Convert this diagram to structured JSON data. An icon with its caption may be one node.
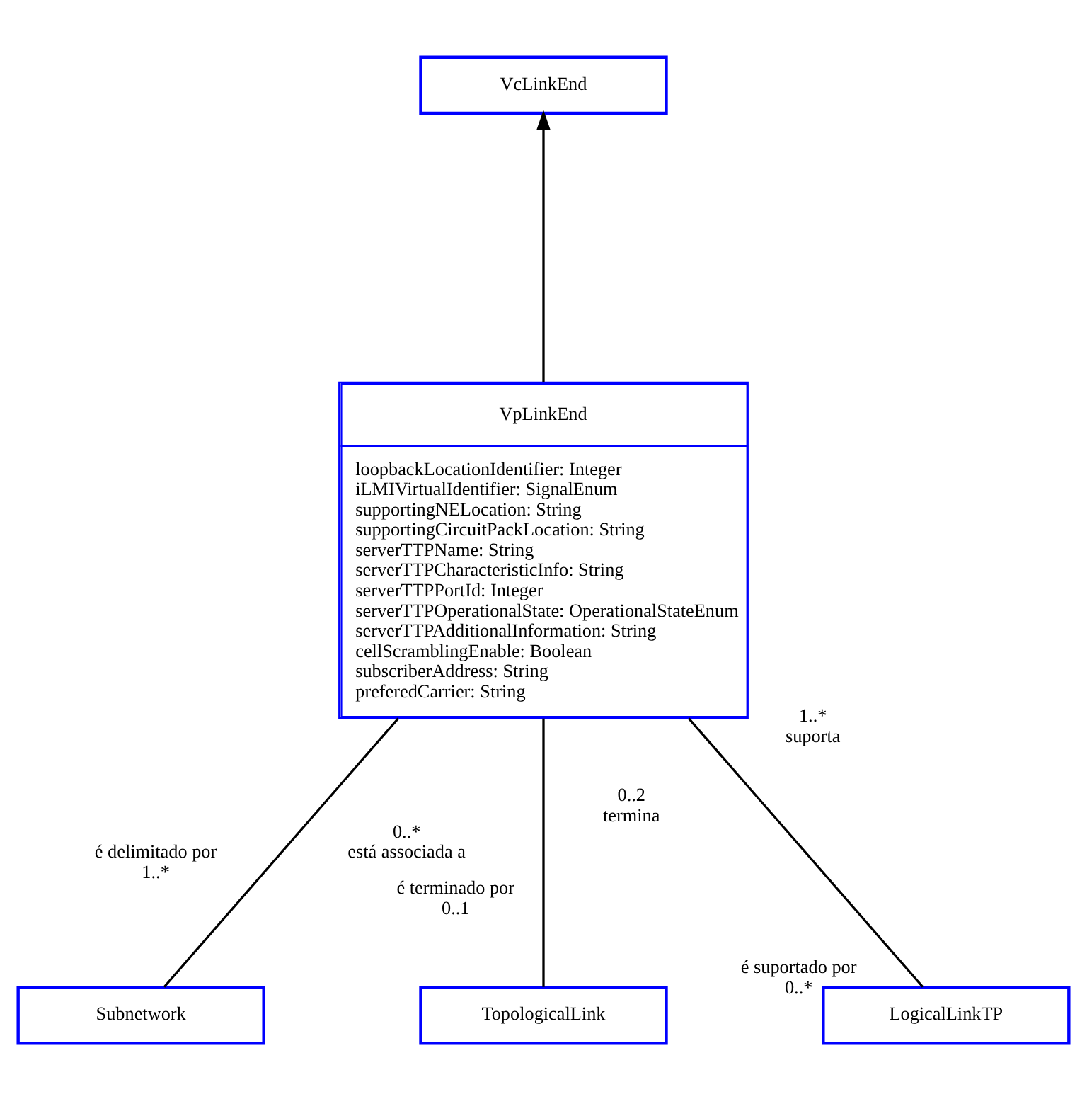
{
  "diagram": {
    "nodes": [
      {
        "text": [
          "VcLinkEnd"
        ]
      },
      {
        "text": [
          "VpLinkEnd",
          "loopbackLocationIdentifier: Integer",
          "iLMIVirtualIdentifier: SignalEnum",
          "supportingNELocation: String",
          "supportingCircuitPackLocation: String",
          "serverTTPName: String",
          "serverTTPCharacteristicInfo: String",
          "serverTTPPortId: Integer",
          "serverTTPOperationalState: OperationalStateEnum",
          "serverTTPAdditionalInformation: String",
          "cellScramblingEnable: Boolean",
          "subscriberAddress: String",
          "preferedCarrier: String"
        ]
      },
      {
        "text": [
          "Subnetwork"
        ]
      },
      {
        "text": [
          "TopologicalLink"
        ]
      },
      {
        "text": [
          "LogicalLinkTP"
        ]
      }
    ],
    "edges": [
      {
        "from": 1,
        "to": 0,
        "arrow": "to"
      },
      {
        "from": 1,
        "to": 2,
        "arrow": "none"
      },
      {
        "from": 1,
        "to": 3,
        "arrow": "none"
      },
      {
        "from": 1,
        "to": 4,
        "arrow": "none"
      }
    ],
    "labels": [
      "0..*",
      "0..2",
      "1..*",
      "está associada a",
      "termina",
      "suporta",
      "é delimitado por",
      "é terminado por",
      "é suportado por",
      "1..*",
      "0..1",
      "0..*"
    ]
  }
}
